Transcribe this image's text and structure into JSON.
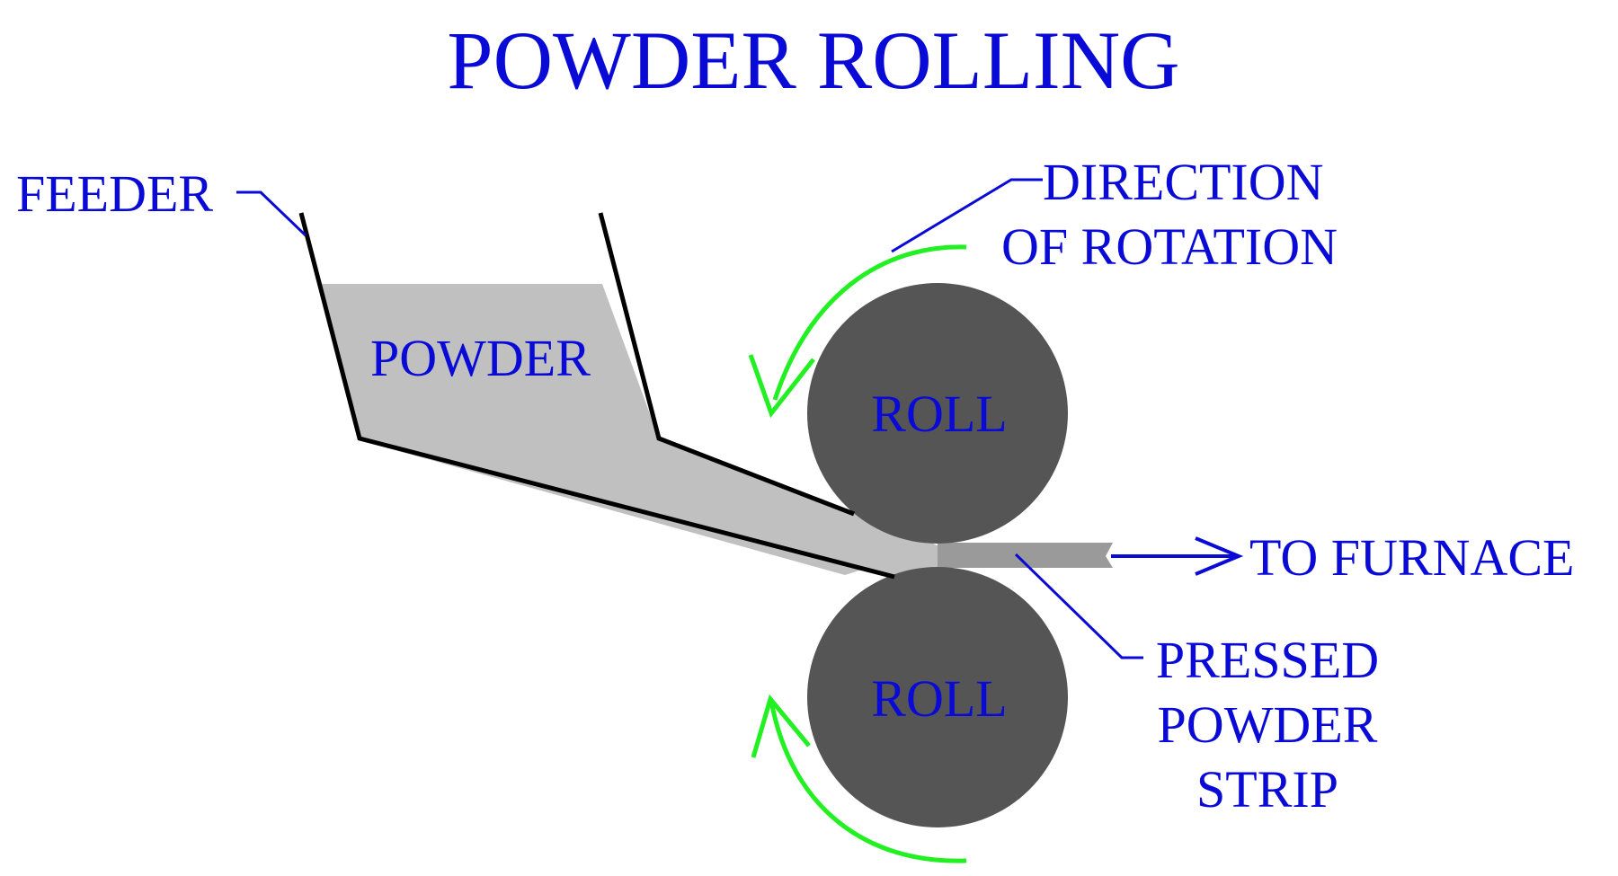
{
  "title": "POWDER ROLLING",
  "labels": {
    "feeder": "FEEDER",
    "powder": "POWDER",
    "direction_line1": "DIRECTION",
    "direction_line2": "OF ROTATION",
    "roll_top": "ROLL",
    "roll_bottom": "ROLL",
    "to_furnace": "TO FURNACE",
    "strip_line1": "PRESSED",
    "strip_line2": "POWDER",
    "strip_line3": "STRIP"
  },
  "colors": {
    "text": "#0a0ad6",
    "roll_fill": "#555555",
    "powder_fill": "#c0c0c0",
    "strip_fill": "#9a9a9a",
    "rotation_arrow": "#22f022",
    "hopper_outline": "#000000",
    "leader_line": "#0a0ad6"
  }
}
